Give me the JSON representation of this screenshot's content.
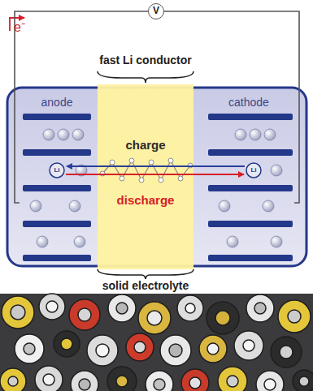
{
  "diagram": {
    "nodes": [
      {
        "text": [
          "V"
        ]
      },
      {
        "text": [
          "anode"
        ]
      },
      {
        "text": [
          "charge",
          "discharge"
        ]
      },
      {
        "text": [
          "cathode"
        ]
      }
    ],
    "edges": [
      {
        "from": 0,
        "to": 1,
        "arrow": "none"
      },
      {
        "from": 0,
        "to": 3,
        "arrow": "none"
      }
    ],
    "labels": [
      "e⁻",
      "fast Li conductor",
      "Li",
      "Li",
      "solid electrolyte"
    ]
  }
}
